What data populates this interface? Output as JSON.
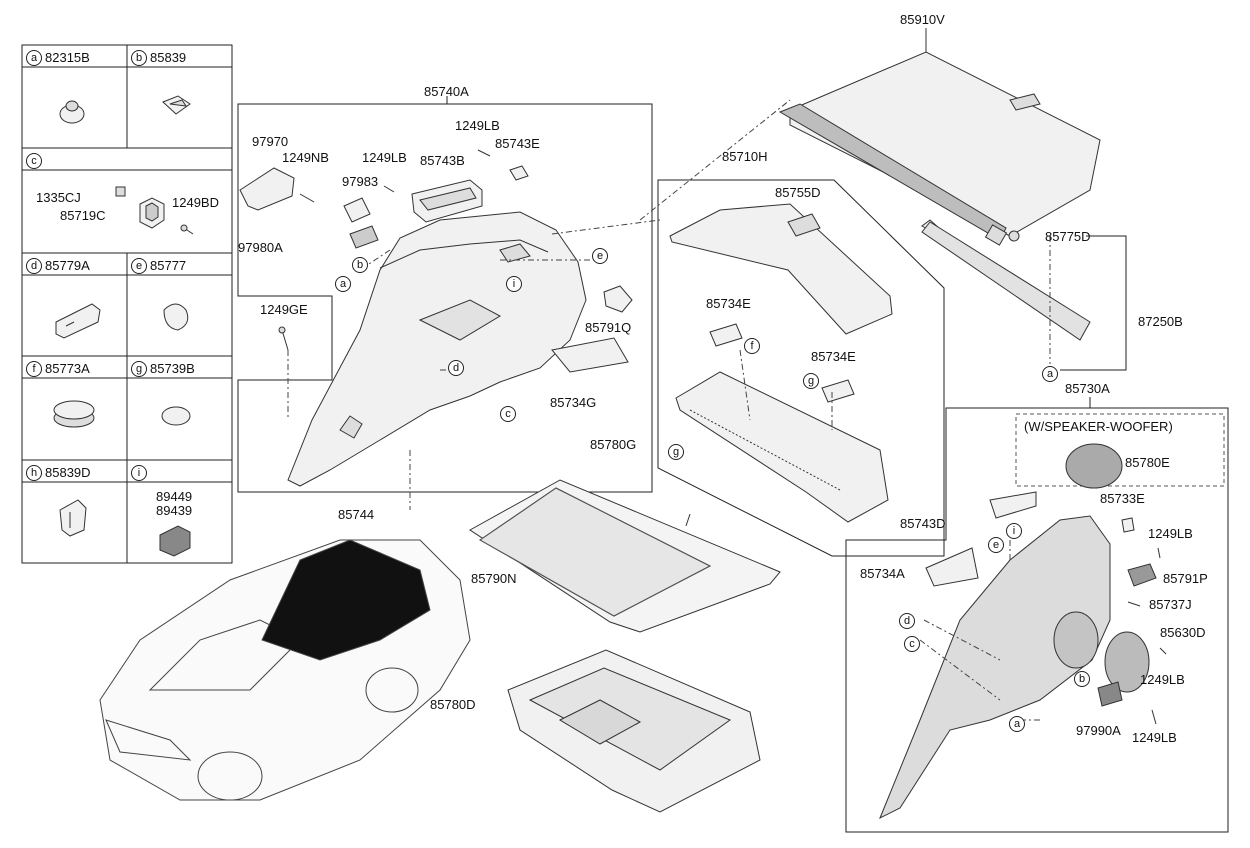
{
  "legend_table": {
    "cells": [
      {
        "letter": "a",
        "part": "82315B"
      },
      {
        "letter": "b",
        "part": "85839"
      },
      {
        "letter": "c",
        "part": ""
      },
      {
        "letter": "d",
        "part": "85779A"
      },
      {
        "letter": "e",
        "part": "85777"
      },
      {
        "letter": "f",
        "part": "85773A"
      },
      {
        "letter": "g",
        "part": "85739B"
      },
      {
        "letter": "h",
        "part": "85839D"
      },
      {
        "letter": "i",
        "part": ""
      }
    ],
    "c_parts": [
      "1335CJ",
      "85719C",
      "1249BD"
    ],
    "i_parts": [
      "89449",
      "89439"
    ]
  },
  "box_left": {
    "title": "85740A",
    "labels": [
      "97970",
      "1249NB",
      "1249LB",
      "85743B",
      "1249LB",
      "85743E",
      "97983",
      "97980A",
      "1249GE",
      "85791Q",
      "85734G"
    ],
    "callouts": [
      "a",
      "b",
      "d",
      "i",
      "e",
      "c"
    ]
  },
  "box_middle": {
    "title": "85710H",
    "labels": [
      "85755D",
      "85734E",
      "85734E"
    ],
    "callouts": [
      "f",
      "g",
      "g"
    ]
  },
  "box_right": {
    "title": "85730A",
    "woofer_note": "(W/SPEAKER-WOOFER)",
    "labels": [
      "85780E",
      "85733E",
      "85743D",
      "1249LB",
      "85734A",
      "85791P",
      "85737J",
      "85630D",
      "1249LB",
      "97990A",
      "1249LB"
    ],
    "callouts": [
      "e",
      "i",
      "d",
      "c",
      "b",
      "a"
    ]
  },
  "free_labels": {
    "cover": "85910V",
    "scuff": "85775D",
    "scuff_assy": "87250B",
    "scuff_callout": "a",
    "net_group": "85780G",
    "net": "85790N",
    "clip": "85744",
    "tray": "85780D"
  },
  "colors": {
    "line": "#222222",
    "part_fill": "#f1f1f1",
    "part_dark": "#bdbdbd",
    "car_black": "#111111"
  }
}
